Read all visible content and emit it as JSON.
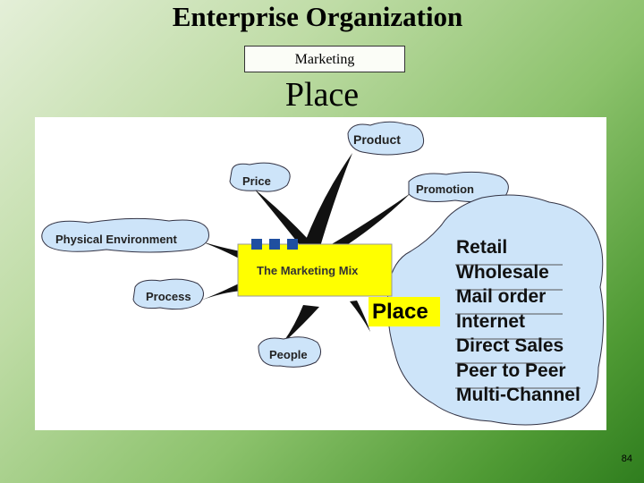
{
  "slide": {
    "title": "Enterprise Organization",
    "subtitle": "Marketing",
    "section": "Place",
    "page_number": "84"
  },
  "diagram": {
    "center": "The Marketing Mix",
    "nodes": {
      "product": "Product",
      "price": "Price",
      "promotion": "Promotion",
      "physical_environment": "Physical Environment",
      "process": "Process",
      "people": "People",
      "place": "Place"
    },
    "place_items": [
      "Retail",
      "Wholesale",
      "Mail order",
      "Internet",
      "Direct Sales",
      "Peer to Peer",
      "Multi-Channel"
    ],
    "colors": {
      "bubble": "#cde4f9",
      "center_box": "#ffff00",
      "square": "#1f4fa0"
    }
  }
}
